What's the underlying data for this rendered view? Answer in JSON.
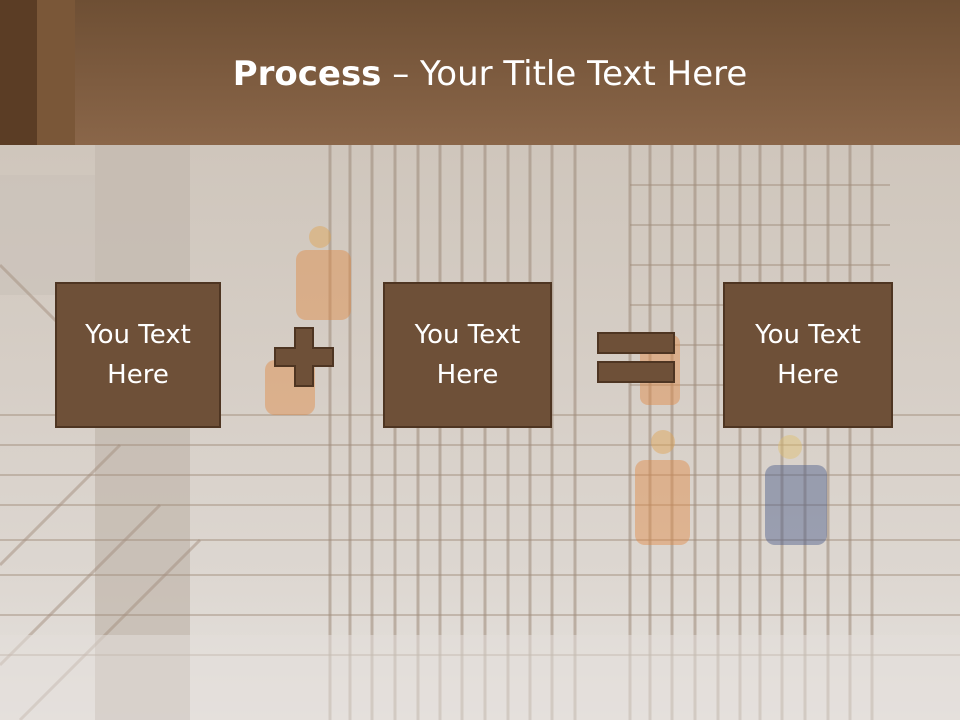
{
  "header": {
    "title_bold": "Process",
    "title_rest": " – Your Title Text Here"
  },
  "process": {
    "box1": "You Text Here",
    "box2": "You Text Here",
    "box3": "You Text Here",
    "operator1": "plus-icon",
    "operator2": "equals-icon"
  },
  "colors": {
    "header": "#7b5a3e",
    "box_fill": "#6e5038",
    "box_border": "#4e3522"
  }
}
